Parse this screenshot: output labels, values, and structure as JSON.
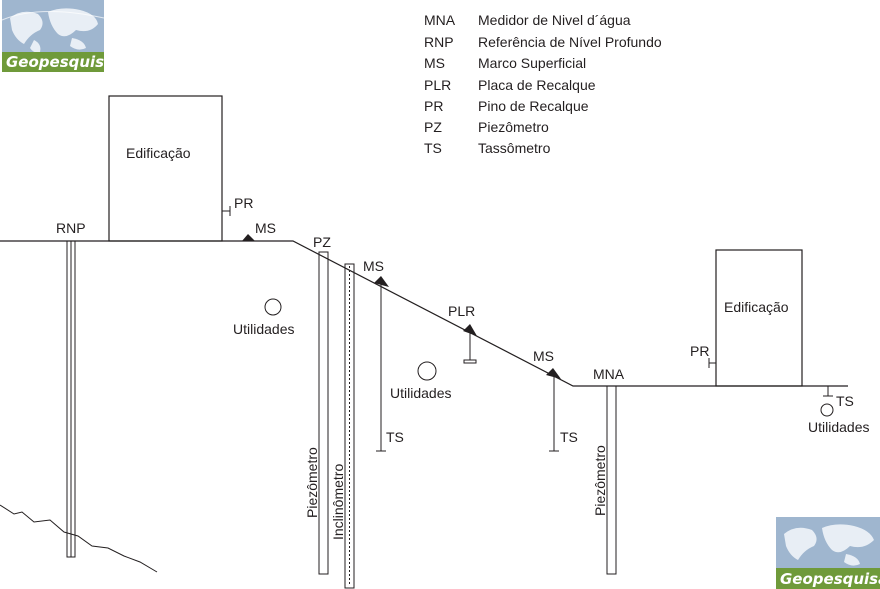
{
  "legend": [
    {
      "code": "MNA",
      "desc": "Medidor de Nivel d´água"
    },
    {
      "code": "RNP",
      "desc": "Referência de Nível Profundo"
    },
    {
      "code": "MS",
      "desc": "Marco Superficial"
    },
    {
      "code": "PLR",
      "desc": "Placa de Recalque"
    },
    {
      "code": "PR",
      "desc": "Pino de Recalque"
    },
    {
      "code": "PZ",
      "desc": "Piezômetro"
    },
    {
      "code": "TS",
      "desc": "Tassômetro"
    }
  ],
  "logo": {
    "text": "Geopesquisa",
    "prefix": "Geo",
    "suffix": "pesquisa"
  },
  "labels": {
    "edificacao_left": "Edificação",
    "edificacao_right": "Edificação",
    "rnp": "RNP",
    "pr_left": "PR",
    "pr_right": "PR",
    "ms_top": "MS",
    "pz": "PZ",
    "ms_mid": "MS",
    "plr": "PLR",
    "ms_low": "MS",
    "mna": "MNA",
    "ts_mid": "TS",
    "ts_low": "TS",
    "ts_right": "TS",
    "utilidades_left": "Utilidades",
    "utilidades_mid": "Utilidades",
    "utilidades_right": "Utilidades",
    "piezometro_left": "Piezômetro",
    "inclinometro": "Inclinômetro",
    "piezometro_right": "Piezômetro"
  },
  "colors": {
    "ink": "#231f20",
    "logo_bg": "#9fb6cf",
    "logo_land": "#e8eef5",
    "logo_bar": "#6f9a3a"
  }
}
